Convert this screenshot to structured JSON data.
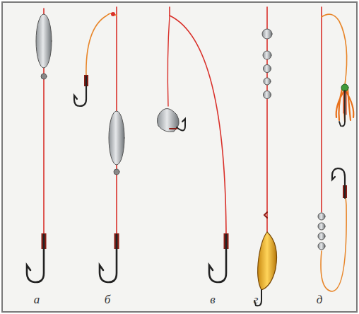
{
  "diagram": {
    "labels": [
      "а",
      "б",
      "в",
      "г",
      "д"
    ]
  }
}
